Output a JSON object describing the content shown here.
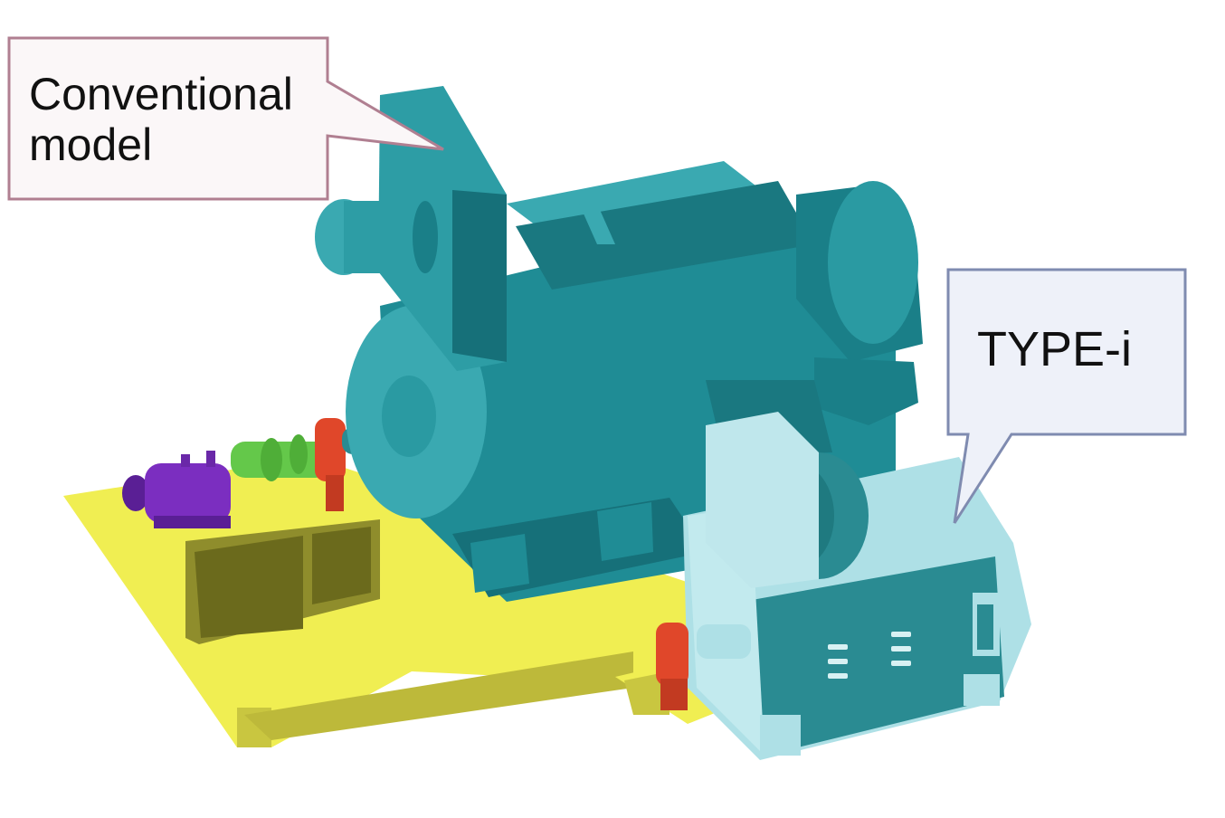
{
  "callouts": {
    "conventional": {
      "line1": "Conventional",
      "line2": "model"
    },
    "type_i": {
      "label": "TYPE-i"
    }
  },
  "colors": {
    "base_plate": "#f0ee52",
    "base_plate_dark": "#8f8d2c",
    "conventional_motor": "#1f8c95",
    "conventional_motor_light": "#3aa9b1",
    "conventional_motor_dark": "#11666e",
    "type_i_motor": "#aee0e6",
    "type_i_motor_dark": "#2a8b92",
    "coupling_red": "#e0472a",
    "shaft_green": "#64c84a",
    "gearbox_purple": "#7b2ec0",
    "callout_border_conventional": "#b07f91",
    "callout_fill_conventional": "#fbf7f8",
    "callout_border_type_i": "#7f8bb0",
    "callout_fill_type_i": "#eef1f9"
  },
  "icons": [
    "conventional-motor-icon",
    "type-i-motor-icon",
    "base-plate-icon",
    "gearbox-icon",
    "coupling-icon",
    "shaft-icon"
  ]
}
